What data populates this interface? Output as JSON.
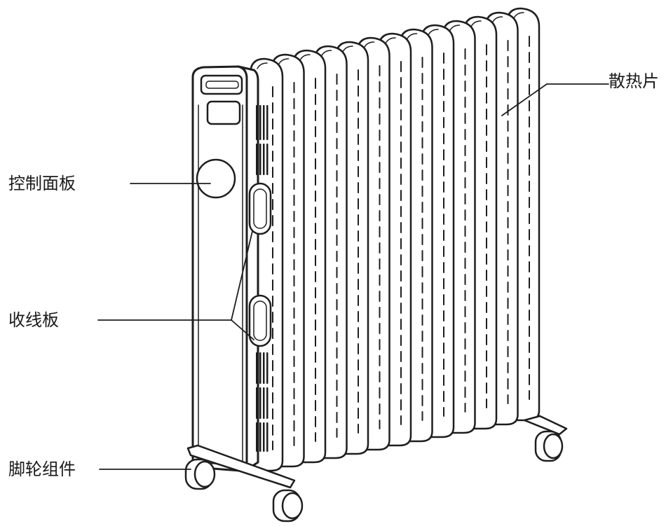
{
  "labels": {
    "fins": "散热片",
    "control_panel": "控制面板",
    "cord_board": "收线板",
    "wheels": "脚轮组件"
  },
  "colors": {
    "line": "#1e1e1e",
    "background": "#ffffff"
  },
  "diagram": {
    "fin_count": 13
  }
}
